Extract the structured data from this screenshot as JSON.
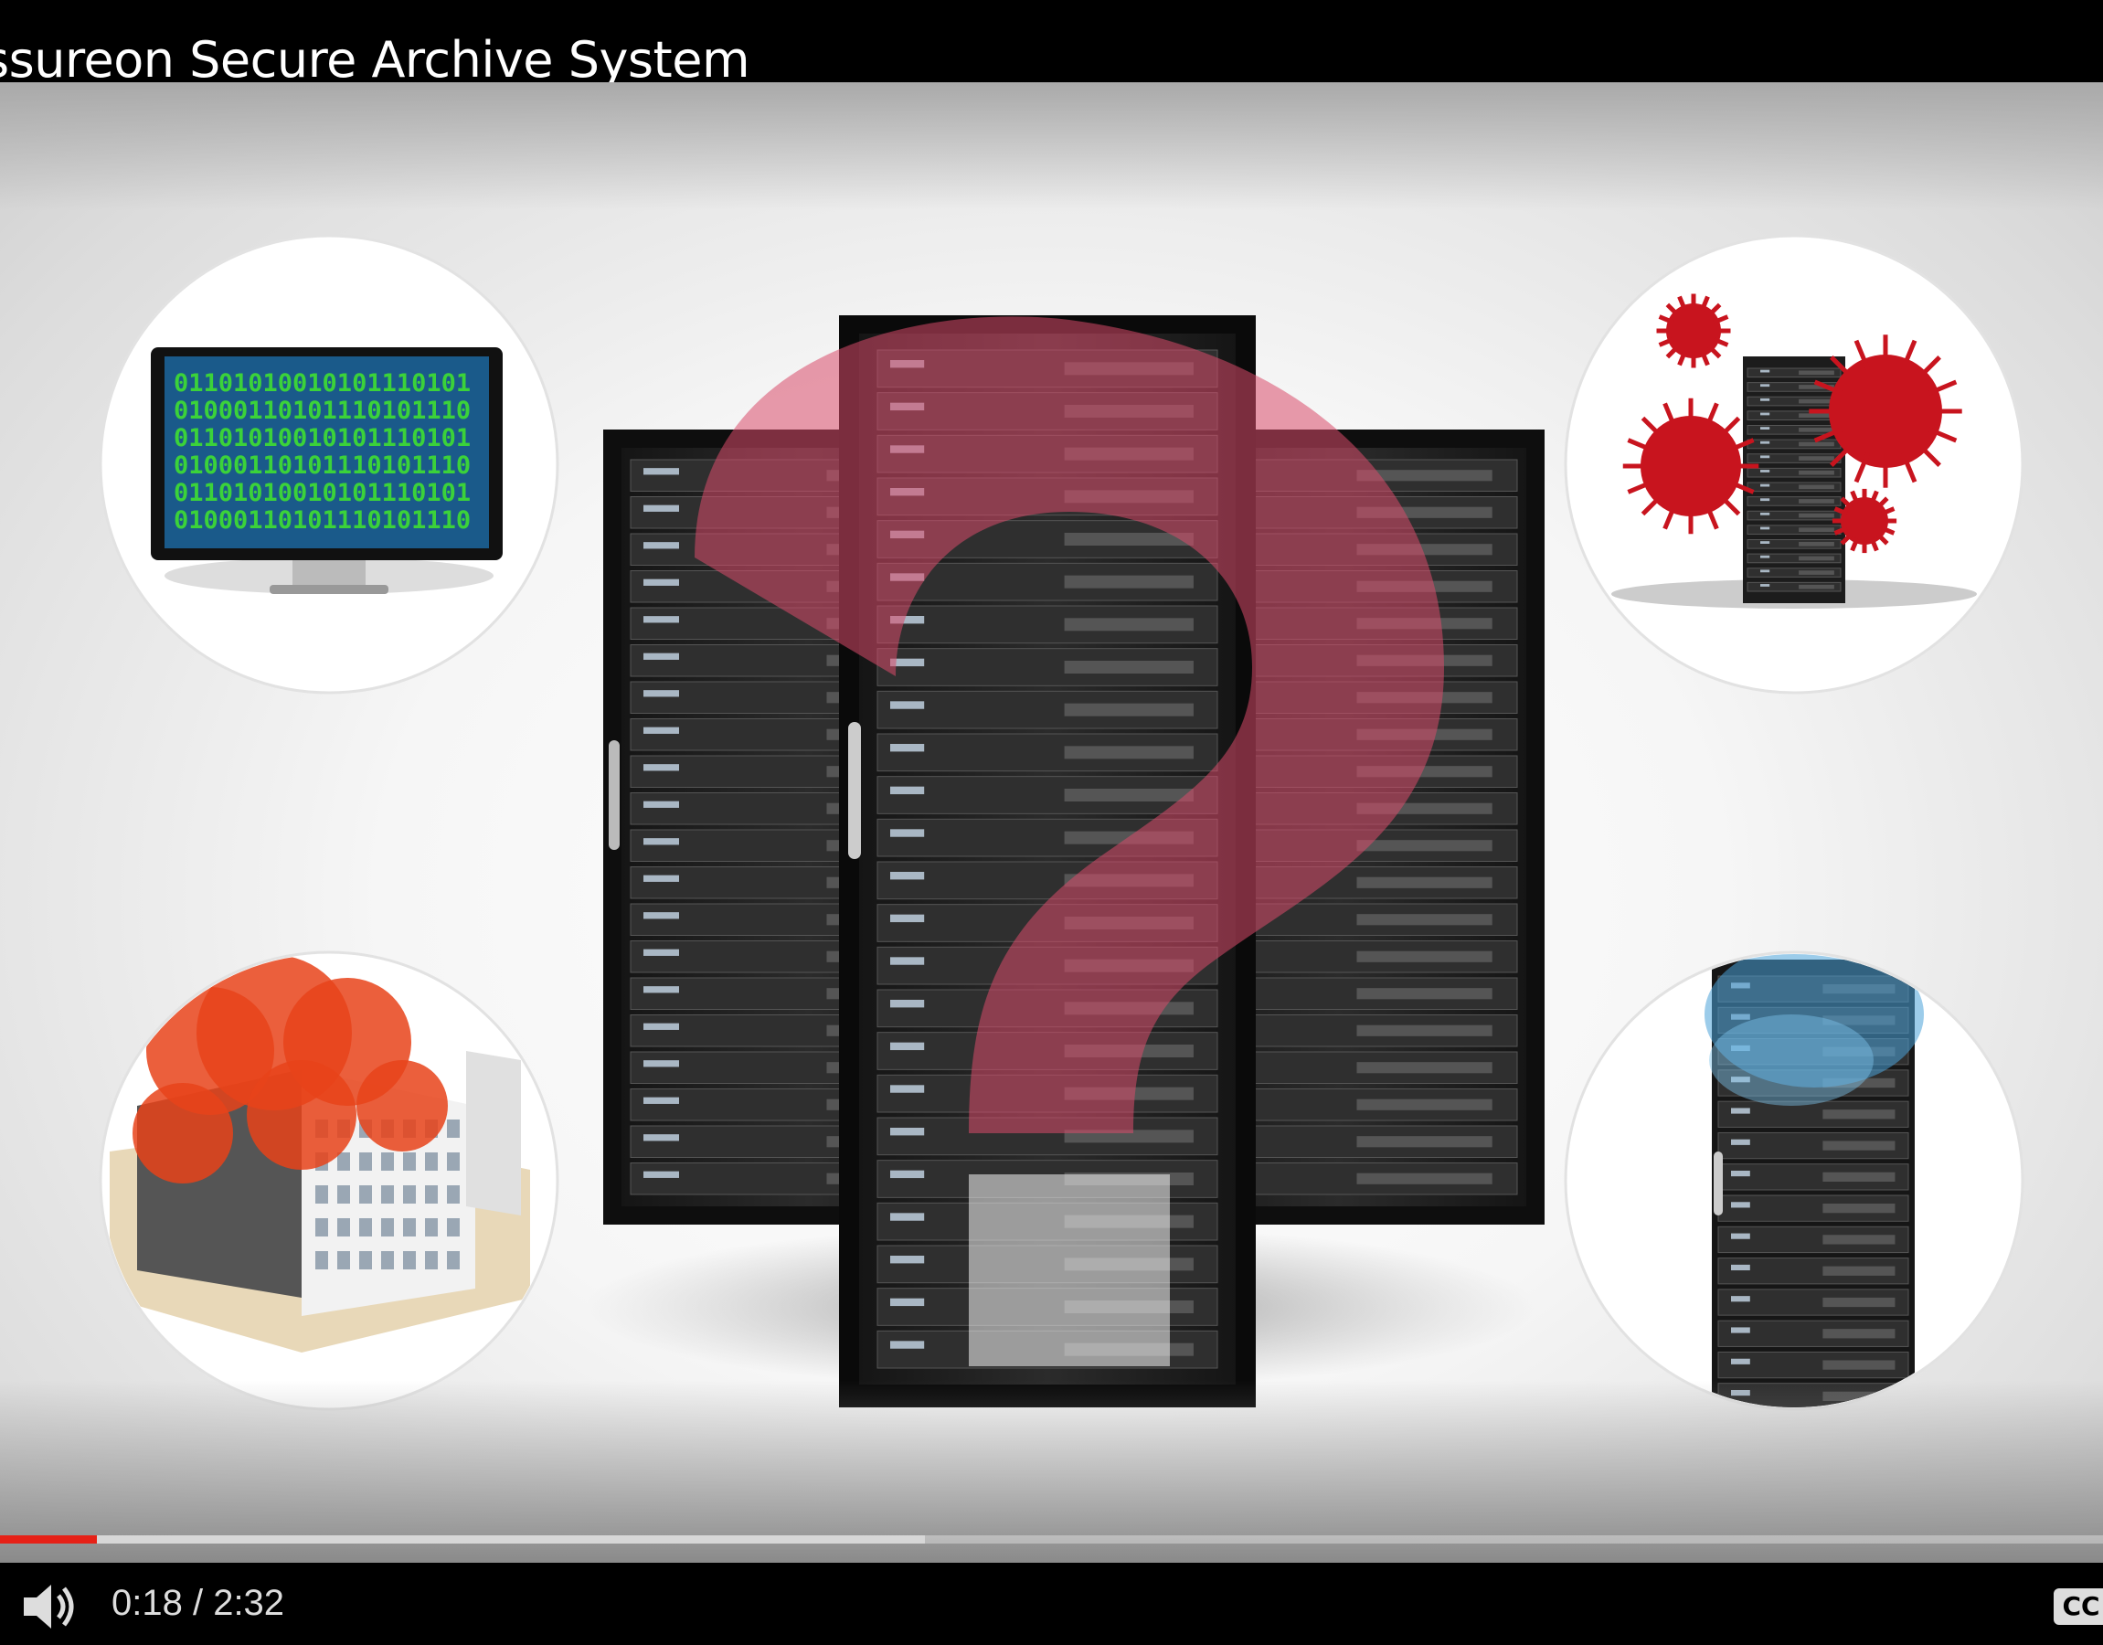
{
  "video": {
    "title": "ssureon Secure Archive System",
    "current_time": "0:18",
    "duration": "2:32",
    "time_display": "0:18 / 2:32",
    "played_fraction": 0.046,
    "buffered_fraction": 0.44
  },
  "screen_binary": {
    "lines": [
      "01101010010101110101",
      "01000110101110101110",
      "01101010010101110101",
      "01000110101110101110",
      "01101010010101110101",
      "01000110101110101110"
    ]
  },
  "controls": {
    "volume_icon": "speaker-icon",
    "cc_label": "CC"
  },
  "colors": {
    "progress_played": "#e62117",
    "question_mark": "#d94a6a",
    "fire": "#e8431a",
    "virus": "#c8141e",
    "flood": "#4aa3d8",
    "screen_text": "#3bd23a"
  }
}
